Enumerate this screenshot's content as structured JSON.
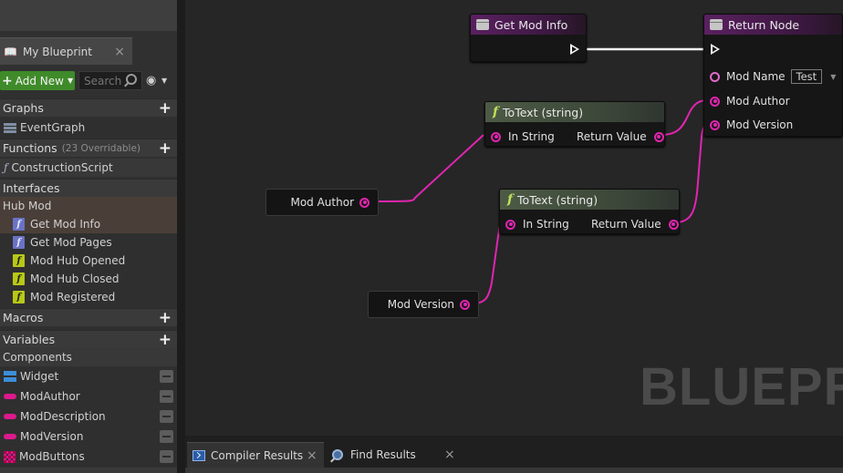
{
  "left_panel": {
    "tab": {
      "label": "My Blueprint",
      "close": "×"
    },
    "toolbar": {
      "add_new": "Add New",
      "search_placeholder": "Search"
    },
    "sections": {
      "graphs": "Graphs",
      "event_graph": "EventGraph",
      "functions": "Functions",
      "functions_sub": "(23 Overridable)",
      "construction_script": "ConstructionScript",
      "interfaces": "Interfaces",
      "hub_mod": "Hub Mod",
      "hub_items": [
        "Get Mod Info",
        "Get Mod Pages",
        "Mod Hub Opened",
        "Mod Hub Closed",
        "Mod Registered"
      ],
      "macros": "Macros",
      "variables": "Variables",
      "components": "Components",
      "component_items": [
        "Widget",
        "ModAuthor",
        "ModDescription",
        "ModVersion",
        "ModButtons"
      ]
    }
  },
  "graph": {
    "watermark": "BLUEPRI",
    "nodes": {
      "get_mod_info": {
        "title": "Get Mod Info"
      },
      "return_node": {
        "title": "Return Node",
        "pins": {
          "mod_name": "Mod Name",
          "mod_name_value": "Test",
          "mod_author": "Mod Author",
          "mod_version": "Mod Version"
        }
      },
      "totext_1": {
        "title": "ToText (string)",
        "in": "In String",
        "out": "Return Value"
      },
      "totext_2": {
        "title": "ToText (string)",
        "in": "In String",
        "out": "Return Value"
      },
      "var_mod_author": {
        "label": "Mod Author"
      },
      "var_mod_version": {
        "label": "Mod Version"
      }
    },
    "colors": {
      "string_pin": "#e025b0",
      "exec_wire": "#f5f5f5",
      "event_header": "#5a2060",
      "function_header": "#4d5a45"
    }
  },
  "bottom_panel": {
    "tabs": [
      {
        "label": "Compiler Results",
        "close": "×"
      },
      {
        "label": "Find Results",
        "close": "×"
      }
    ]
  }
}
